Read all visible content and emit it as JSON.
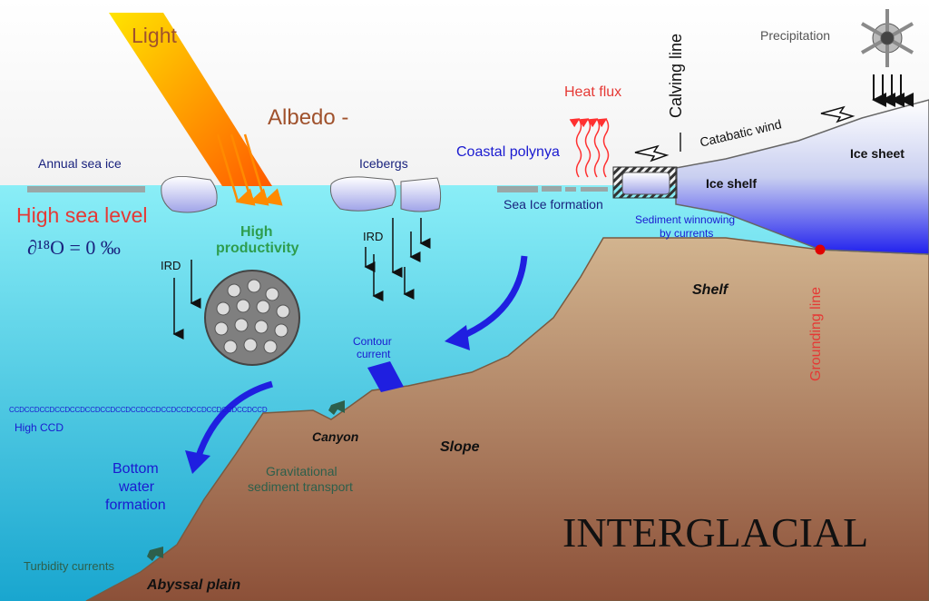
{
  "labels": {
    "light": "Light",
    "albedo": "Albedo -",
    "annual_sea_ice": "Annual sea ice",
    "icebergs": "Icebergs",
    "coastal_polynya": "Coastal polynya",
    "heat_flux": "Heat flux",
    "calving_line": "Calving line",
    "precipitation": "Precipitation",
    "catabatic_wind": "Catabatic wind",
    "ice_sheet": "Ice sheet",
    "ice_shelf": "Ice shelf",
    "sea_ice_formation": "Sea Ice formation",
    "sediment_winnowing": "Sediment winnowing",
    "by_currents": "by currents",
    "high_sea_level": "High sea level",
    "isotope": "∂¹⁸O = 0 ‰",
    "high": "High",
    "productivity": "productivity",
    "ird_left": "IRD",
    "ird_right": "IRD",
    "shelf": "Shelf",
    "grounding_line": "Grounding line",
    "contour": "Contour",
    "current": "current",
    "ccd_line": "CCDCCDCCDCCDCCDCCDCCDCCDCCDCCDCCDCCDCCDCCDCCDCCDCCD",
    "high_ccd": "High CCD",
    "canyon": "Canyon",
    "slope": "Slope",
    "bottom": "Bottom",
    "water": "water",
    "formation": "formation",
    "gravitational": "Gravitational",
    "sediment_transport": "sediment transport",
    "interglacial": "INTERGLACIAL",
    "turbidity_currents": "Turbidity currents",
    "abyssal_plain": "Abyssal plain"
  },
  "colors": {
    "ocean": "#5ed8ea",
    "seabed": "#b88a6a",
    "light_beam": "#ffaa00",
    "navy_text": "#1a237e",
    "red_text": "#e53935",
    "green_text": "#2e9d4e",
    "brown_text": "#a0522d",
    "current_arrow": "#1f1fe0"
  }
}
